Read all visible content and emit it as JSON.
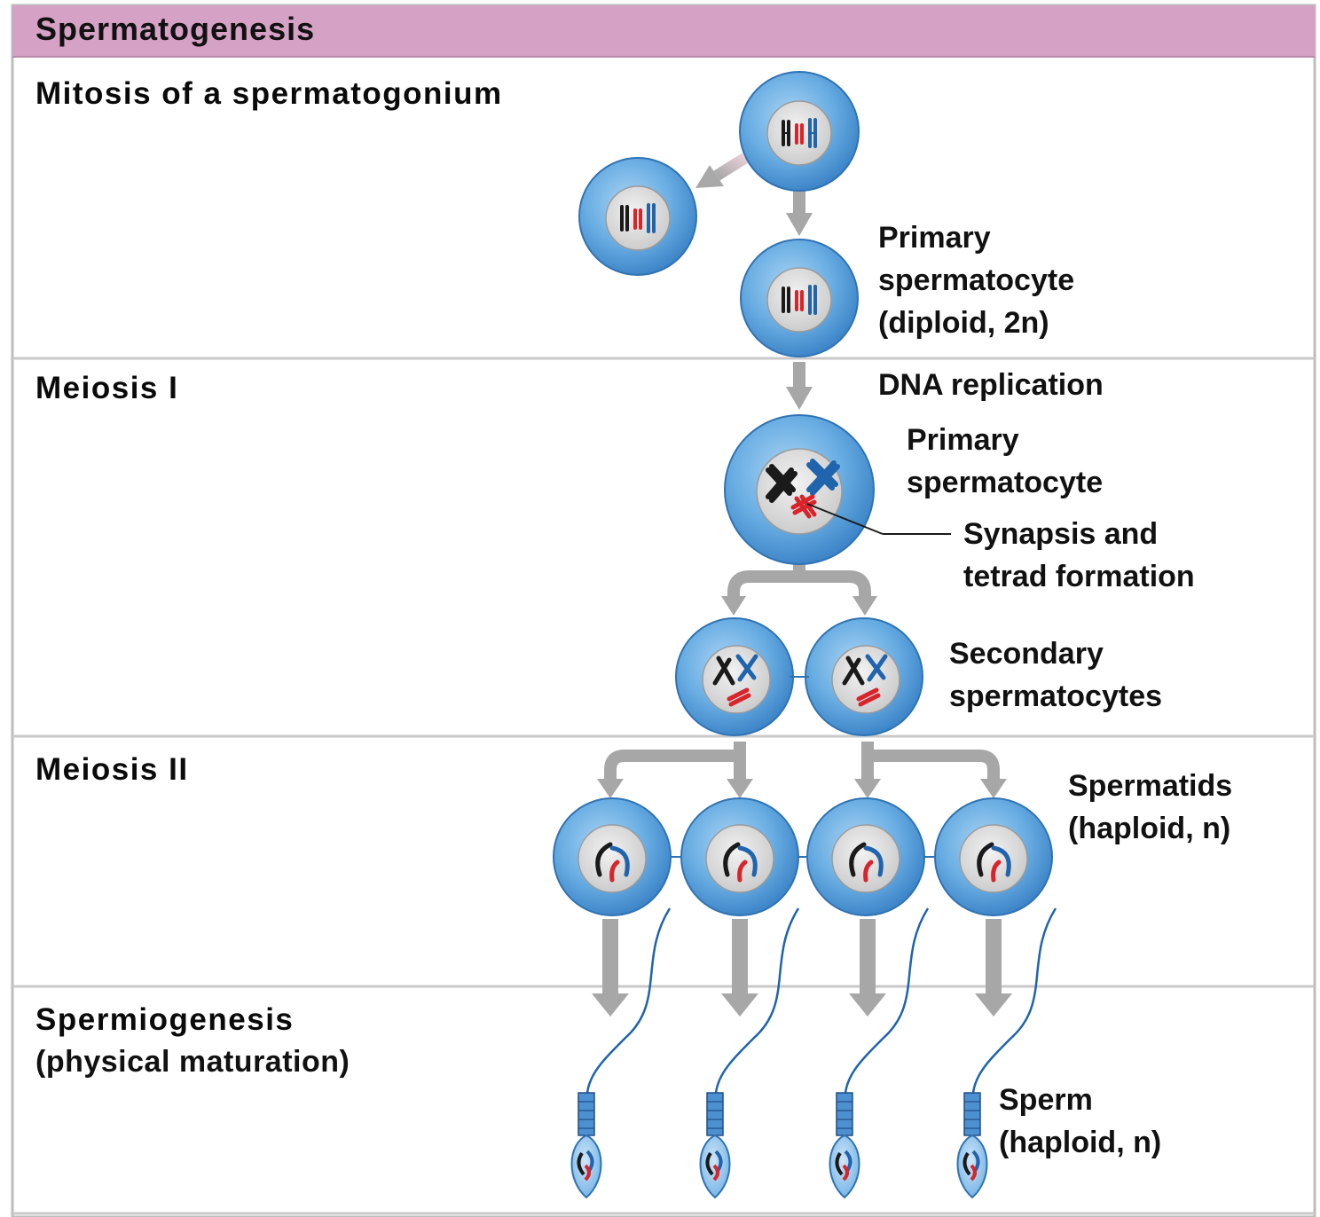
{
  "header": {
    "title": "Spermatogenesis"
  },
  "sections": {
    "mitosis": {
      "title": "Mitosis of a spermatogonium"
    },
    "meiosis1": {
      "title": "Meiosis I"
    },
    "meiosis2": {
      "title": "Meiosis II"
    },
    "spermiogenesis": {
      "title": "Spermiogenesis",
      "subtitle": "(physical maturation)"
    }
  },
  "labels": {
    "primary_diploid": [
      "Primary",
      "spermatocyte",
      "(diploid, 2n)"
    ],
    "dna_replication": "DNA replication",
    "primary_spermatocyte": [
      "Primary",
      "spermatocyte"
    ],
    "synapsis": [
      "Synapsis and",
      "tetrad formation"
    ],
    "secondary": [
      "Secondary",
      "spermatocytes"
    ],
    "spermatids": [
      "Spermatids",
      "(haploid, n)"
    ],
    "sperm": [
      "Sperm",
      "(haploid, n)"
    ]
  },
  "colors": {
    "header_band": "#d5a1c4",
    "frame": "#bdbdbd",
    "cell_fill": "#5fa3d9",
    "cell_edge": "#2f73b4",
    "nucleus": "#dadada",
    "arrow": "#a7a7a7",
    "chrom_black": "#1a1a1a",
    "chrom_blue": "#1f64ad",
    "chrom_red": "#d8242a"
  }
}
